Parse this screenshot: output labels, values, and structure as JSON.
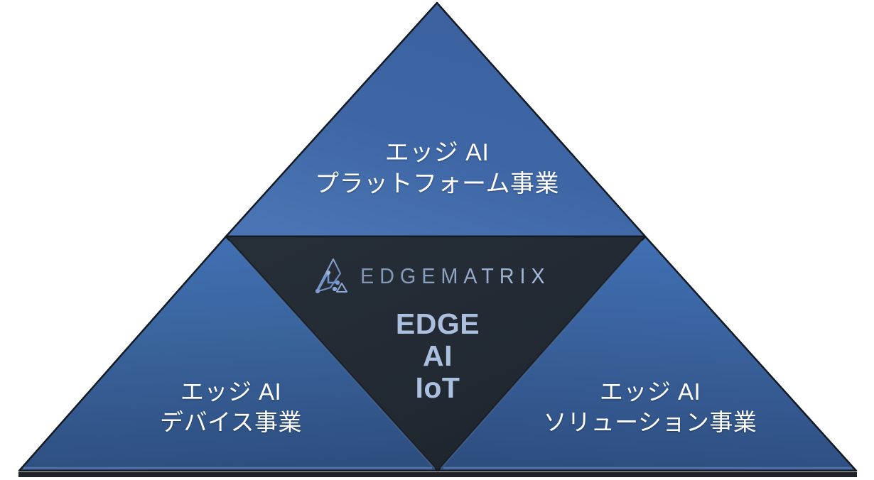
{
  "diagram": {
    "type": "triangle-segmented-business-structure",
    "background_color": "#ffffff",
    "outline_color": "#141a22",
    "segments": {
      "top": {
        "name": "edge-ai-platform-business",
        "line1": "エッジ AI",
        "line2": "プラットフォーム事業",
        "fill_start": "#476fac",
        "fill_end": "#2f5690",
        "text_color": "#ffffff"
      },
      "bottom_left": {
        "name": "edge-ai-device-business",
        "line1": "エッジ AI",
        "line2": "デバイス事業",
        "fill_start": "#4170b4",
        "fill_end": "#2d4d80",
        "text_color": "#ffffff"
      },
      "bottom_right": {
        "name": "edge-ai-solution-business",
        "line1": "エッジ AI",
        "line2": "ソリューション事業",
        "fill_start": "#4170b4",
        "fill_end": "#2d4d80",
        "text_color": "#ffffff"
      },
      "center": {
        "name": "edgematrix-core",
        "fill_start": "#262e38",
        "fill_end": "#1d242c",
        "logo_icon": "edgematrix-triangle-circuit-logo",
        "wordmark": "EDGEMATRIX",
        "wordmark_color": "#90a5c5",
        "keywords": [
          "EDGE",
          "AI",
          "IoT"
        ],
        "keyword_color": "#abc0de"
      }
    }
  }
}
